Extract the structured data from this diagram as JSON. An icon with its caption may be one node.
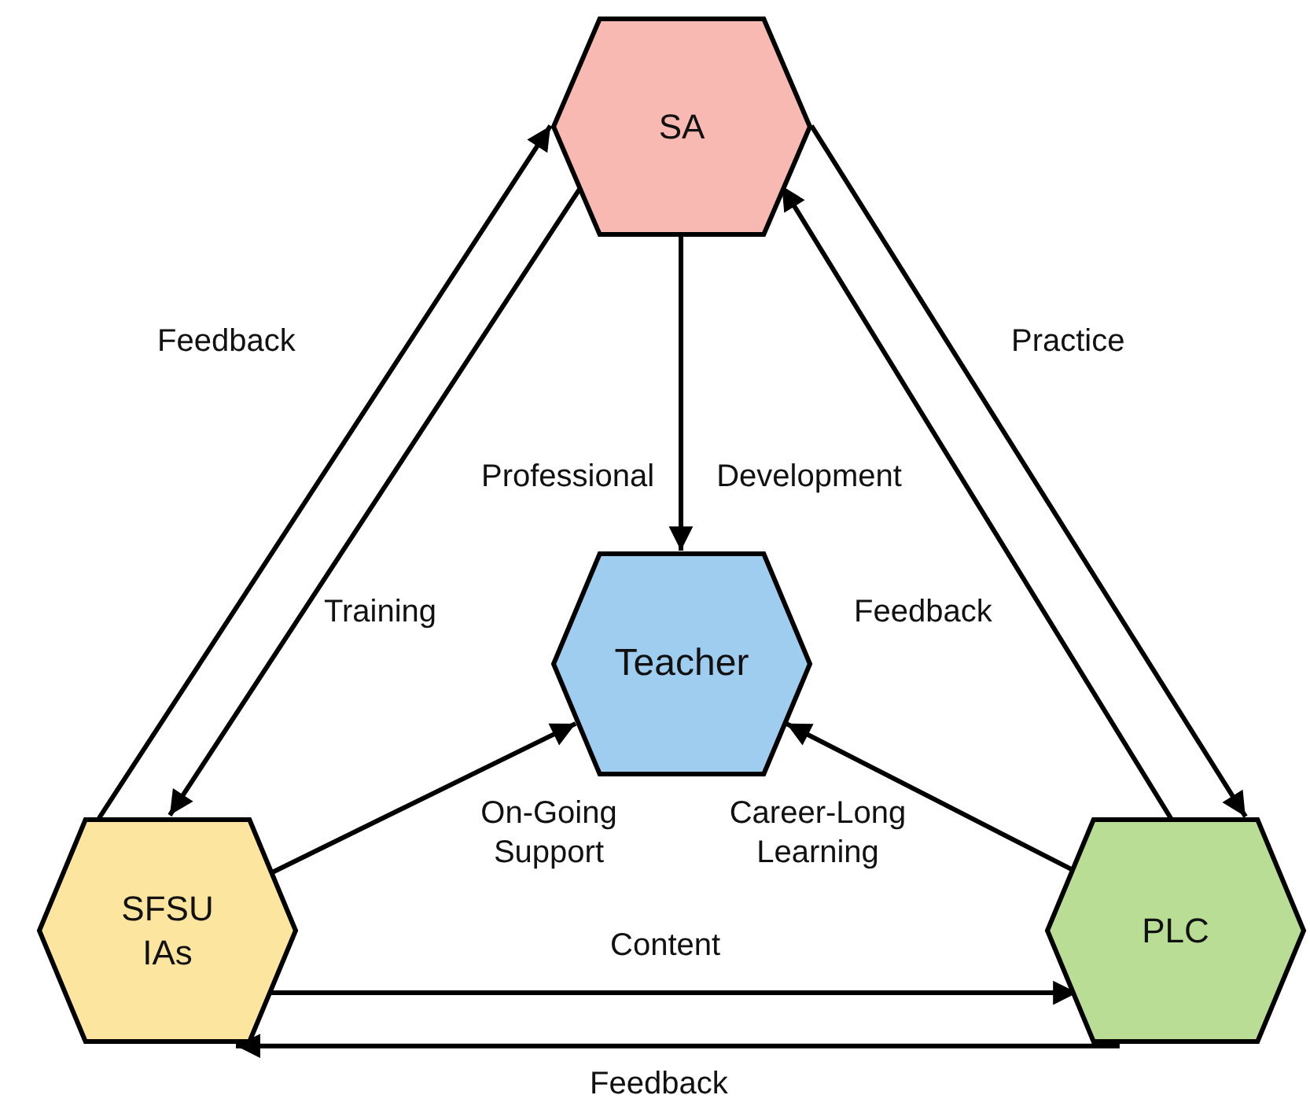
{
  "diagram": {
    "nodes": [
      {
        "text": [
          "SA"
        ]
      },
      {
        "text": [
          "Teacher"
        ]
      },
      {
        "text": [
          "SFSU IAs"
        ]
      },
      {
        "text": [
          "PLC"
        ]
      }
    ],
    "edges": [
      {
        "from": 2,
        "to": 0,
        "arrow": "to",
        "label": "Feedback"
      },
      {
        "from": 0,
        "to": 2,
        "arrow": "to",
        "label": "Training"
      },
      {
        "from": 0,
        "to": 1,
        "arrow": "to",
        "label": "Professional Development"
      },
      {
        "from": 2,
        "to": 1,
        "arrow": "to",
        "label": "On-Going Support"
      },
      {
        "from": 3,
        "to": 1,
        "arrow": "to",
        "label": "Career-Long Learning"
      },
      {
        "from": 0,
        "to": 3,
        "arrow": "to",
        "label": "Practice"
      },
      {
        "from": 3,
        "to": 0,
        "arrow": "to",
        "label": "Feedback"
      },
      {
        "from": 2,
        "to": 3,
        "arrow": "to",
        "label": "Content"
      },
      {
        "from": 3,
        "to": 2,
        "arrow": "to",
        "label": "Feedback"
      }
    ]
  }
}
